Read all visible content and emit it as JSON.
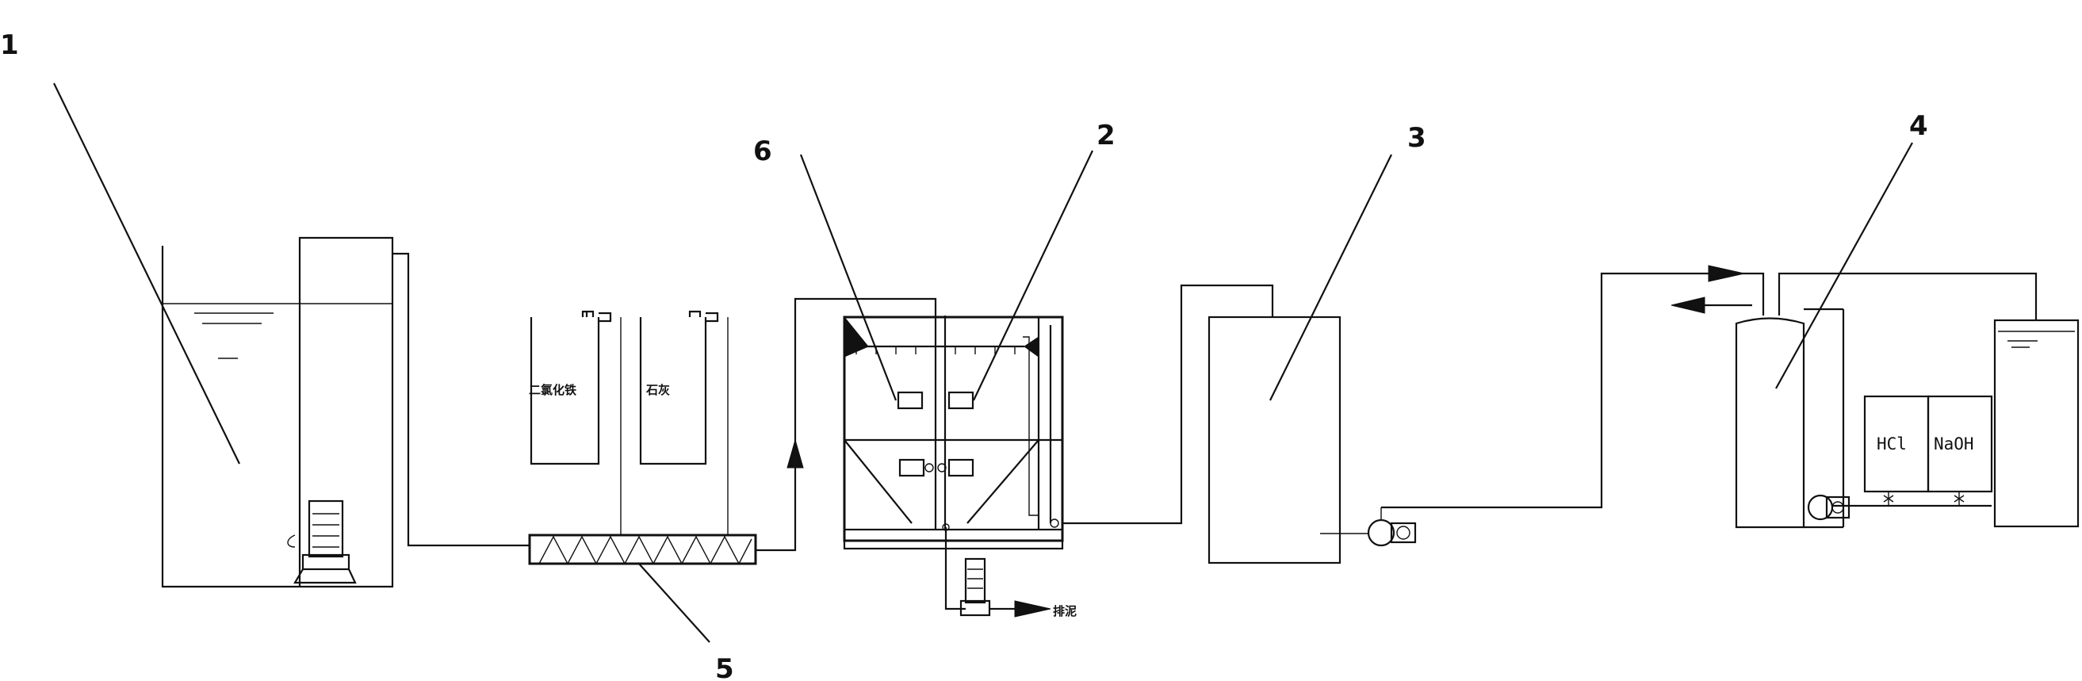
{
  "callouts": {
    "c1": "1",
    "c2": "2",
    "c3": "3",
    "c4": "4",
    "c5": "5",
    "c6": "6"
  },
  "tanks": {
    "hcl": "HCl",
    "naoh": "NaOH"
  },
  "small_labels": {
    "dosing_tank_a": "二氯化铁",
    "dosing_tank_b": "石灰",
    "sludge_outlet": "排泥"
  },
  "colors": {
    "line": "#111111",
    "background": "#ffffff"
  }
}
